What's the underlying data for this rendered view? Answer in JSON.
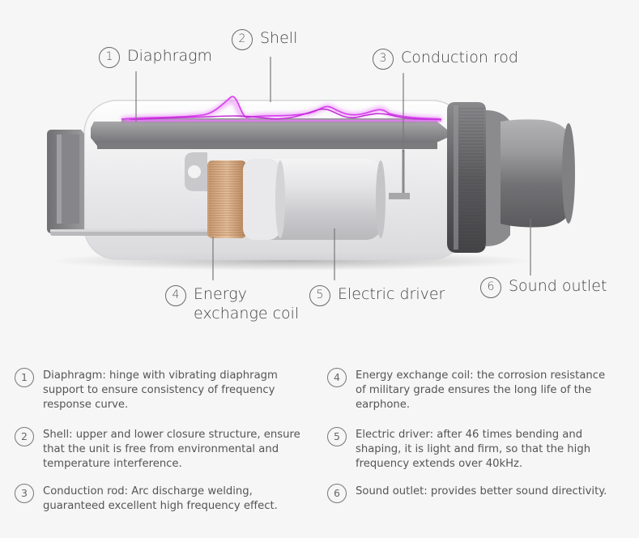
{
  "callouts": {
    "diaphragm": {
      "num": "1",
      "label": "Diaphragm"
    },
    "shell": {
      "num": "2",
      "label": "Shell"
    },
    "conduction_rod": {
      "num": "3",
      "label": "Conduction rod"
    },
    "energy_coil": {
      "num": "4",
      "label": "Energy exchange coil"
    },
    "electric_driver": {
      "num": "5",
      "label": "Electric driver"
    },
    "sound_outlet": {
      "num": "6",
      "label": "Sound outlet"
    }
  },
  "legend": [
    {
      "num": "1",
      "text": "Diaphragm: hinge with vibrating diaphragm support to ensure consistency of frequency response curve."
    },
    {
      "num": "2",
      "text": "Shell: upper and lower closure structure, ensure that the unit is free from environmental and temperature interference."
    },
    {
      "num": "3",
      "text": "Conduction rod: Arc discharge welding, guaranteed excellent high frequency effect."
    },
    {
      "num": "4",
      "text": "Energy exchange coil: the corrosion resistance of military grade ensures the long life of the earphone."
    },
    {
      "num": "5",
      "text": "Electric driver: after 46 times bending and shaping, it is light and firm, so that the high frequency extends over 40kHz."
    },
    {
      "num": "6",
      "text": "Sound outlet: provides better sound directivity."
    }
  ],
  "colors": {
    "waveform": "#d946ef",
    "background": "#f6f6f6"
  }
}
